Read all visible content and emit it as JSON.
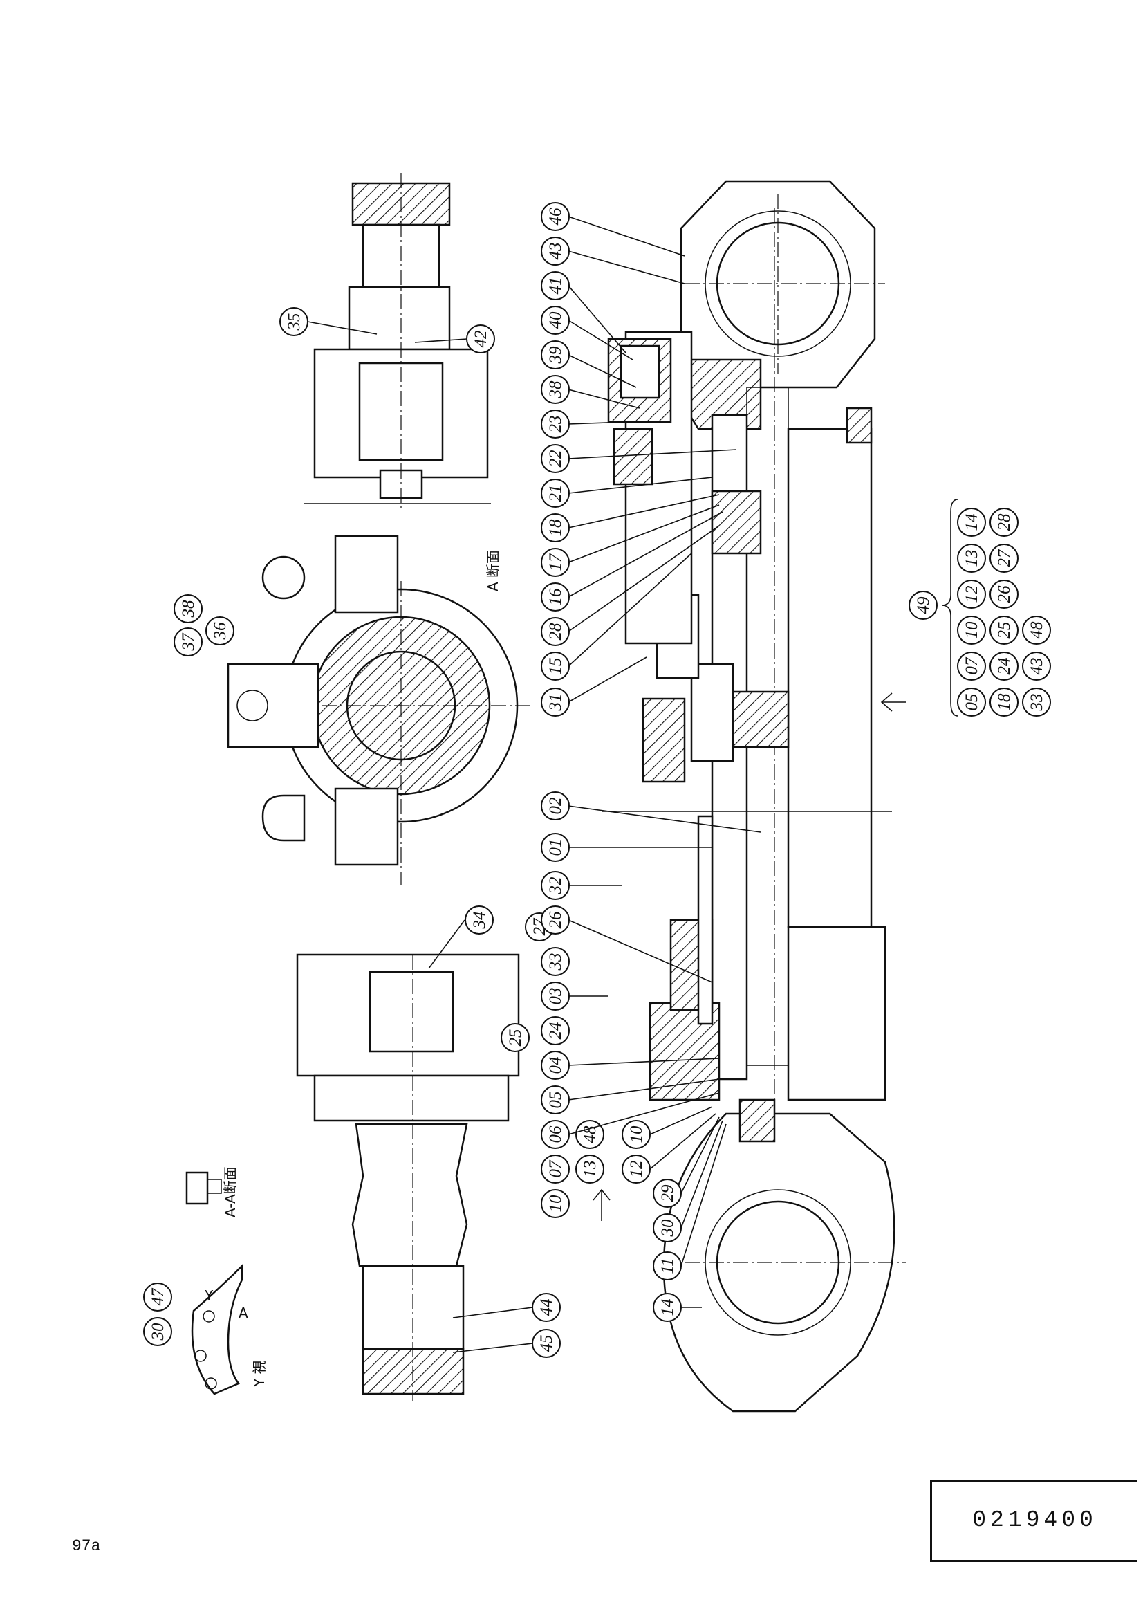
{
  "document": {
    "drawing_number": "0219400",
    "page_number": "97a"
  },
  "views": {
    "section_a_label": "A 断面",
    "section_aa_label": "A-A断面",
    "view_y_label": "Y 視",
    "arrow_y": "Y",
    "arrow_a": "A"
  },
  "callouts": {
    "c01": "01",
    "c02": "02",
    "c03": "03",
    "c04": "04",
    "c05": "05",
    "c06": "06",
    "c07": "07",
    "c10": "10",
    "c11": "11",
    "c12": "12",
    "c13": "13",
    "c14": "14",
    "c15": "15",
    "c16": "16",
    "c17": "17",
    "c18": "18",
    "c21": "21",
    "c22": "22",
    "c23": "23",
    "c24": "24",
    "c25": "25",
    "c26": "26",
    "c27": "27",
    "c28": "28",
    "c29": "29",
    "c30": "30",
    "c31": "31",
    "c32": "32",
    "c33": "33",
    "c34": "34",
    "c35": "35",
    "c36": "36",
    "c37": "37",
    "c38": "38",
    "c39": "39",
    "c40": "40",
    "c41": "41",
    "c42": "42",
    "c43": "43",
    "c44": "44",
    "c45": "45",
    "c46": "46",
    "c47": "47",
    "c48": "48",
    "c49": "49"
  },
  "kit_49": {
    "row1": [
      "05",
      "07",
      "10",
      "12",
      "13",
      "14"
    ],
    "row2": [
      "18",
      "24",
      "25",
      "26",
      "27",
      "28"
    ],
    "row3": [
      "33",
      "43",
      "48"
    ]
  }
}
